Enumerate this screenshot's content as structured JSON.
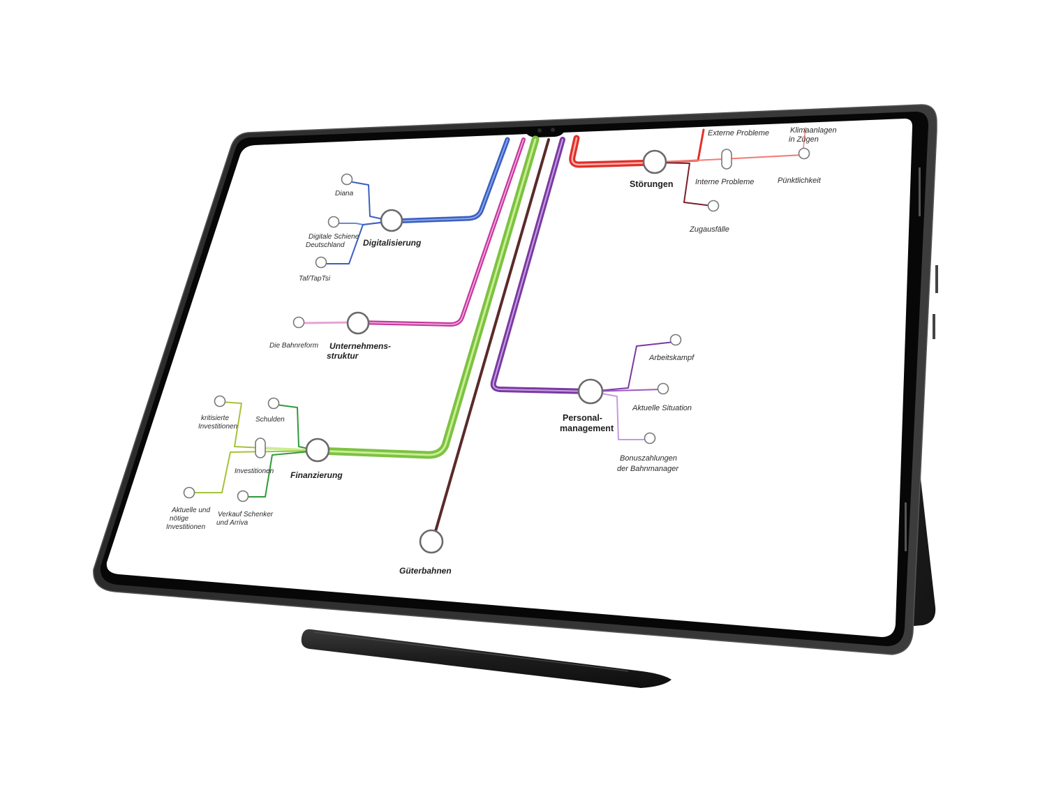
{
  "image_description_free": true,
  "colors": {
    "blue": "#3a5fbf",
    "magenta": "#c4359c",
    "green": "#7cc242",
    "olive": "#a5c23a",
    "darkgreen": "#2f9a3a",
    "brown": "#5a2a2a",
    "purple": "#7a3aa0",
    "red": "#e0302a",
    "darkred": "#7a1f28",
    "tablet_body": "#1b1b1b",
    "tablet_edge": "#3a3a3a",
    "screen_bg": "#ffffff"
  },
  "map": {
    "hubs": {
      "digitalisierung": "Digitalisierung",
      "unternehmensstruktur_line1": "Unternehmens-",
      "unternehmensstruktur_line2": "struktur",
      "finanzierung": "Finanzierung",
      "gueterbahnen": "Güterbahnen",
      "stoerungen": "Störungen",
      "personal_line1": "Personal-",
      "personal_line2": "management"
    },
    "stations": {
      "diana": "Diana",
      "digitale_schiene_line1": "Digitale Schiene",
      "digitale_schiene_line2": "Deutschland",
      "taf": "Taf/TapTsi",
      "bahnreform": "Die Bahnreform",
      "kritisierte_line1": "kritisierte",
      "kritisierte_line2": "Investitionen",
      "schulden": "Schulden",
      "investitionen": "Investitionen",
      "aktuelle_line1": "Aktuelle und",
      "aktuelle_line2": "nötige",
      "aktuelle_line3": "Investitionen",
      "verkauf_line1": "Verkauf Schenker",
      "verkauf_line2": "und Arriva",
      "externe": "Externe Probleme",
      "klima_line1": "Klimaanlagen",
      "klima_line2": "in Zügen",
      "interne": "Interne Probleme",
      "puenktlichkeit": "Pünktlichkeit",
      "zugausfaelle": "Zugausfälle",
      "arbeitskampf": "Arbeitskampf",
      "aktuelle_situation": "Aktuelle Situation",
      "bonus_line1": "Bonuszahlungen",
      "bonus_line2": "der Bahnmanager"
    }
  }
}
